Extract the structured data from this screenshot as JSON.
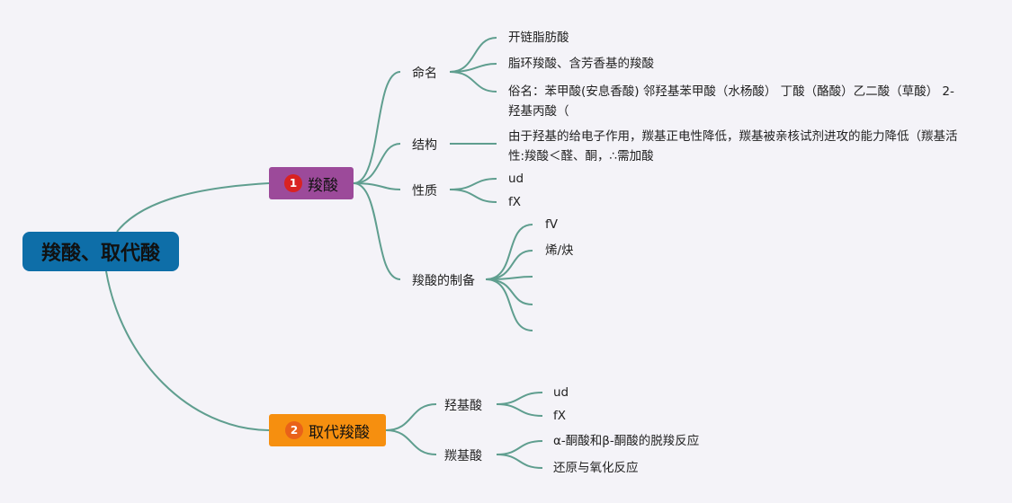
{
  "root": {
    "title": "羧酸、取代酸"
  },
  "branches": [
    {
      "badge": "1",
      "title": "羧酸",
      "color": "#9c4a9a",
      "children": [
        {
          "label": "命名",
          "leaves": [
            "开链脂肪酸",
            "脂环羧酸、含芳香基的羧酸",
            "俗名：苯甲酸(安息香酸) 邻羟基苯甲酸（水杨酸） 丁酸（酪酸）乙二酸（草酸） 2-羟基丙酸（"
          ]
        },
        {
          "label": "结构",
          "leaves": [
            "由于羟基的给电子作用，羰基正电性降低，羰基被亲核试剂进攻的能力降低（羰基活性:羧酸＜醛、酮，∴需加酸"
          ]
        },
        {
          "label": "性质",
          "leaves": [
            "ud",
            "fX"
          ]
        },
        {
          "label": "羧酸的制备",
          "leaves": [
            "fV",
            "烯/炔",
            "",
            "",
            ""
          ]
        }
      ]
    },
    {
      "badge": "2",
      "title": "取代羧酸",
      "color": "#f68f0f",
      "children": [
        {
          "label": "羟基酸",
          "leaves": [
            "ud",
            "fX"
          ]
        },
        {
          "label": "羰基酸",
          "leaves": [
            "α-酮酸和β-酮酸的脱羧反应",
            "还原与氧化反应"
          ]
        }
      ]
    }
  ],
  "colors": {
    "background": "#f4f3f8",
    "root": "#0e6ea8",
    "connector": "#5f9e8f"
  }
}
